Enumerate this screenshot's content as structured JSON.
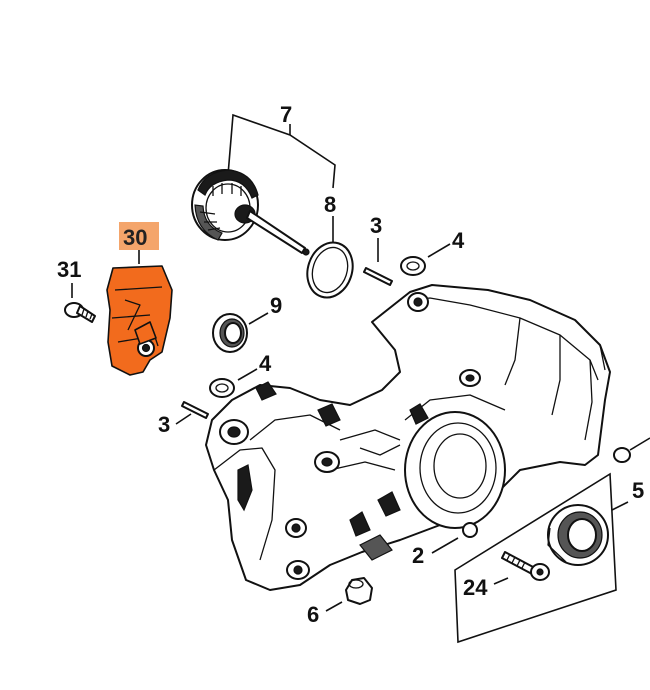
{
  "colors": {
    "highlight_part": "#f26b1d",
    "highlight_label_bg": "#f4a56b",
    "line": "#111111",
    "background": "#ffffff"
  },
  "callouts": {
    "c7": "7",
    "c8": "8",
    "c3_upper": "3",
    "c4_upper": "4",
    "c30": "30",
    "c31": "31",
    "c9": "9",
    "c4_lower": "4",
    "c3_lower": "3",
    "c5": "5",
    "c2": "2",
    "c24": "24",
    "c6": "6"
  },
  "highlighted_part": "30"
}
